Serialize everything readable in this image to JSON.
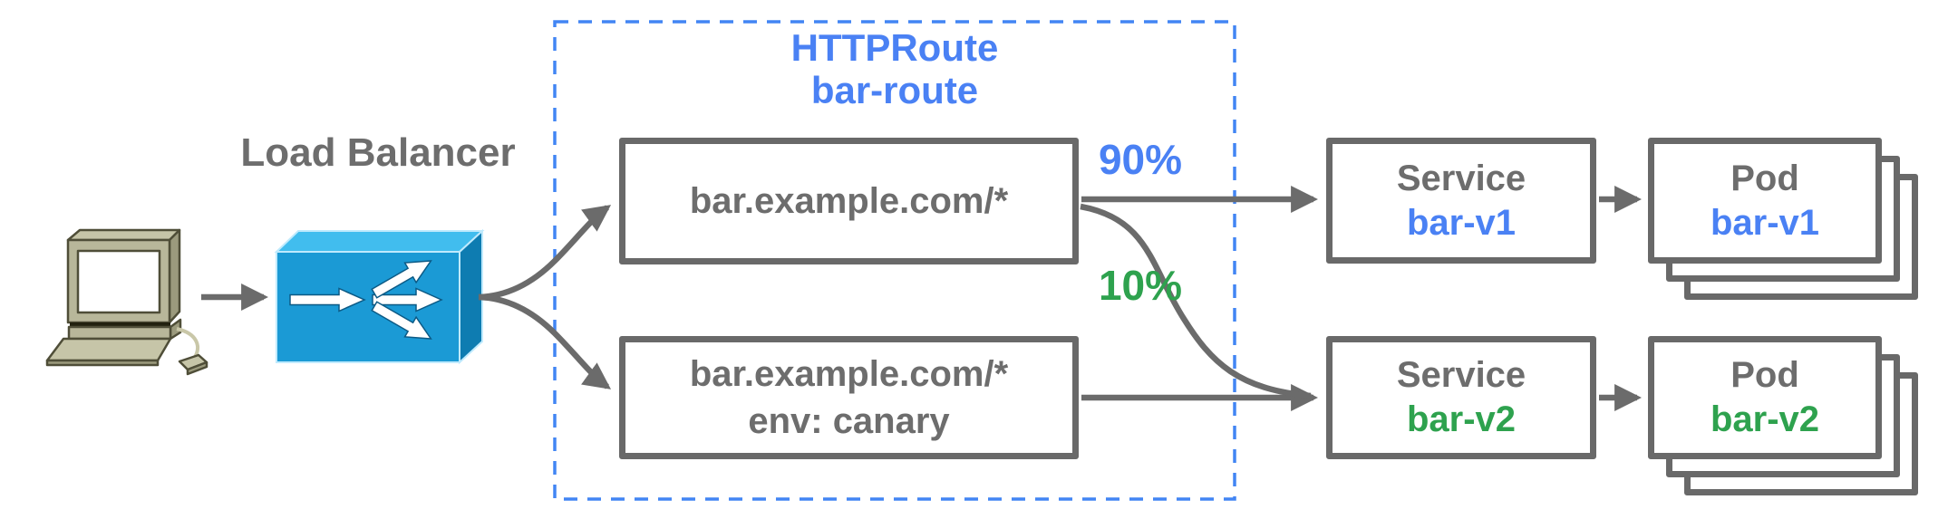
{
  "colors": {
    "blue_text": "#4a81f4",
    "green_text": "#2ea24e",
    "gray_text": "#6d6d6d",
    "gray_line": "#6b6b6b",
    "dashed_border_blue": "#4285f4",
    "lb_box_front": "#1b9ad5",
    "lb_box_top": "#41bdee",
    "lb_box_side": "#0e7cb1",
    "computer_body": "#b8b79a"
  },
  "client": {
    "icon": "desktop-computer"
  },
  "load_balancer": {
    "label": "Load Balancer",
    "icon": "load-balancer-3d-box"
  },
  "httproute": {
    "kind": "HTTPRoute",
    "name": "bar-route",
    "rules": [
      {
        "match": "bar.example.com/*"
      },
      {
        "match": "bar.example.com/*",
        "header": "env: canary"
      }
    ],
    "weights": {
      "to_v1": "90%",
      "to_v2": "10%"
    }
  },
  "services": [
    {
      "kind": "Service",
      "name": "bar-v1"
    },
    {
      "kind": "Service",
      "name": "bar-v2"
    }
  ],
  "pods": [
    {
      "kind": "Pod",
      "name": "bar-v1"
    },
    {
      "kind": "Pod",
      "name": "bar-v2"
    }
  ]
}
